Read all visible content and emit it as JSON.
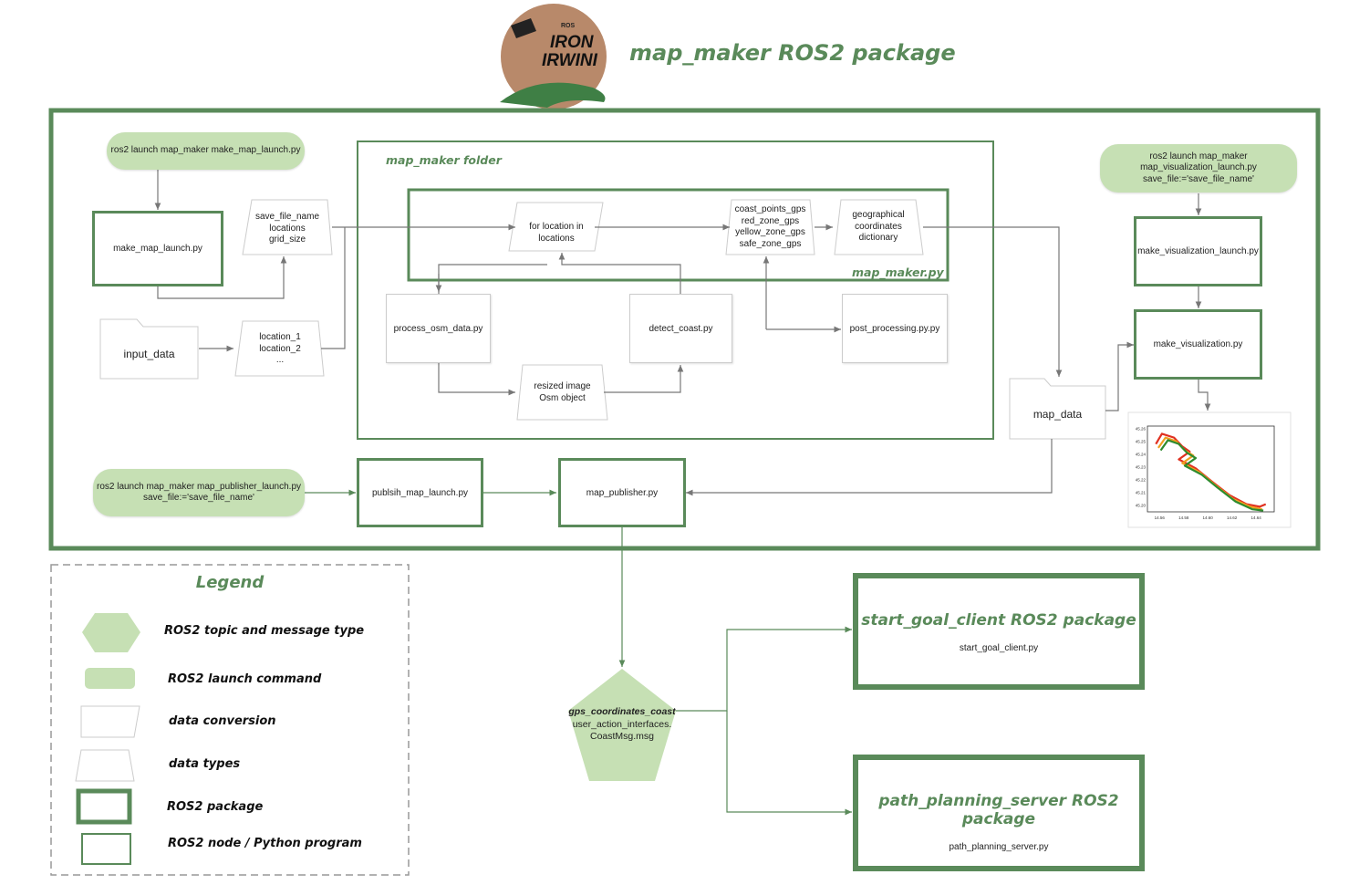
{
  "title": "map_maker ROS2 package",
  "logo": {
    "small_text": "ROS",
    "line1": "IRON",
    "line2": "IRWINI"
  },
  "folder_title": "map_maker folder",
  "inner_title": "map_maker.py",
  "launch_make_map": "ros2 launch map_maker make_map_launch.py",
  "launch_viz": [
    "ros2 launch map_maker",
    "map_visualization_launch.py",
    "save_file:='save_file_name'"
  ],
  "launch_pub": [
    "ros2 launch map_maker map_publisher_launch.py",
    "save_file:='save_file_name'"
  ],
  "nodes": {
    "make_map_launch": "make_map_launch.py",
    "make_visualization_launch": "make_visualization_launch.py",
    "make_visualization": "make_visualization.py",
    "publish_map_launch": "publsih_map_launch.py",
    "map_publisher": "map_publisher.py"
  },
  "params": [
    "save_file_name",
    "locations",
    "grid_size"
  ],
  "locations": [
    "location_1",
    "location_2",
    "..."
  ],
  "input_data": "input_data",
  "map_data": "map_data",
  "for_loop": "for location in locations",
  "gps_outputs": [
    "coast_points_gps",
    "red_zone_gps",
    "yellow_zone_gps",
    "safe_zone_gps"
  ],
  "geo_dict": [
    "geographical",
    "coordinates",
    "dictionary"
  ],
  "process_osm": "process_osm_data.py",
  "detect_coast": "detect_coast.py",
  "post_processing": "post_processing.py.py",
  "resized": [
    "resized image",
    "Osm object"
  ],
  "topic": {
    "name": "gps_coordinates_coast",
    "type_line1": "user_action_interfaces.",
    "type_line2": "CoastMsg.msg"
  },
  "start_goal": {
    "title": "start_goal_client  ROS2 package",
    "node": "start_goal_client.py"
  },
  "path_planning": {
    "title": "path_planning_server ROS2 package",
    "node": "path_planning_server.py"
  },
  "legend": {
    "title": "Legend",
    "items": [
      "ROS2 topic and message type",
      "ROS2 launch command",
      "data conversion",
      "data types",
      "ROS2 package",
      "ROS2 node / Python program"
    ]
  },
  "colors": {
    "green_dark": "#5a8a5a",
    "green_light": "#c6e0b4",
    "line": "#777777"
  },
  "chart_data": {
    "type": "line",
    "x_ticks": [
      "14.56",
      "14.58",
      "14.60",
      "14.62",
      "14.64"
    ],
    "y_ticks": [
      "45.26",
      "45.25",
      "45.24",
      "45.23",
      "45.22",
      "45.21",
      "45.20"
    ],
    "series": [
      {
        "color": "#e03020",
        "x": [
          14.557,
          14.562,
          14.572,
          14.579,
          14.585,
          14.576,
          14.59,
          14.603,
          14.618,
          14.632,
          14.643,
          14.648
        ],
        "y": [
          45.248,
          45.256,
          45.253,
          45.246,
          45.242,
          45.236,
          45.229,
          45.219,
          45.208,
          45.201,
          45.199,
          45.201
        ]
      },
      {
        "color": "#f0a020",
        "x": [
          14.559,
          14.565,
          14.574,
          14.581,
          14.588,
          14.579,
          14.593,
          14.606,
          14.621,
          14.635,
          14.645
        ],
        "y": [
          45.245,
          45.253,
          45.25,
          45.243,
          45.239,
          45.233,
          45.226,
          45.216,
          45.205,
          45.199,
          45.197
        ]
      },
      {
        "color": "#2e8b2e",
        "x": [
          14.561,
          14.567,
          14.576,
          14.583,
          14.59,
          14.581,
          14.595,
          14.608,
          14.623,
          14.637,
          14.646
        ],
        "y": [
          45.243,
          45.251,
          45.248,
          45.241,
          45.237,
          45.231,
          45.224,
          45.214,
          45.203,
          45.197,
          45.196
        ]
      }
    ]
  }
}
